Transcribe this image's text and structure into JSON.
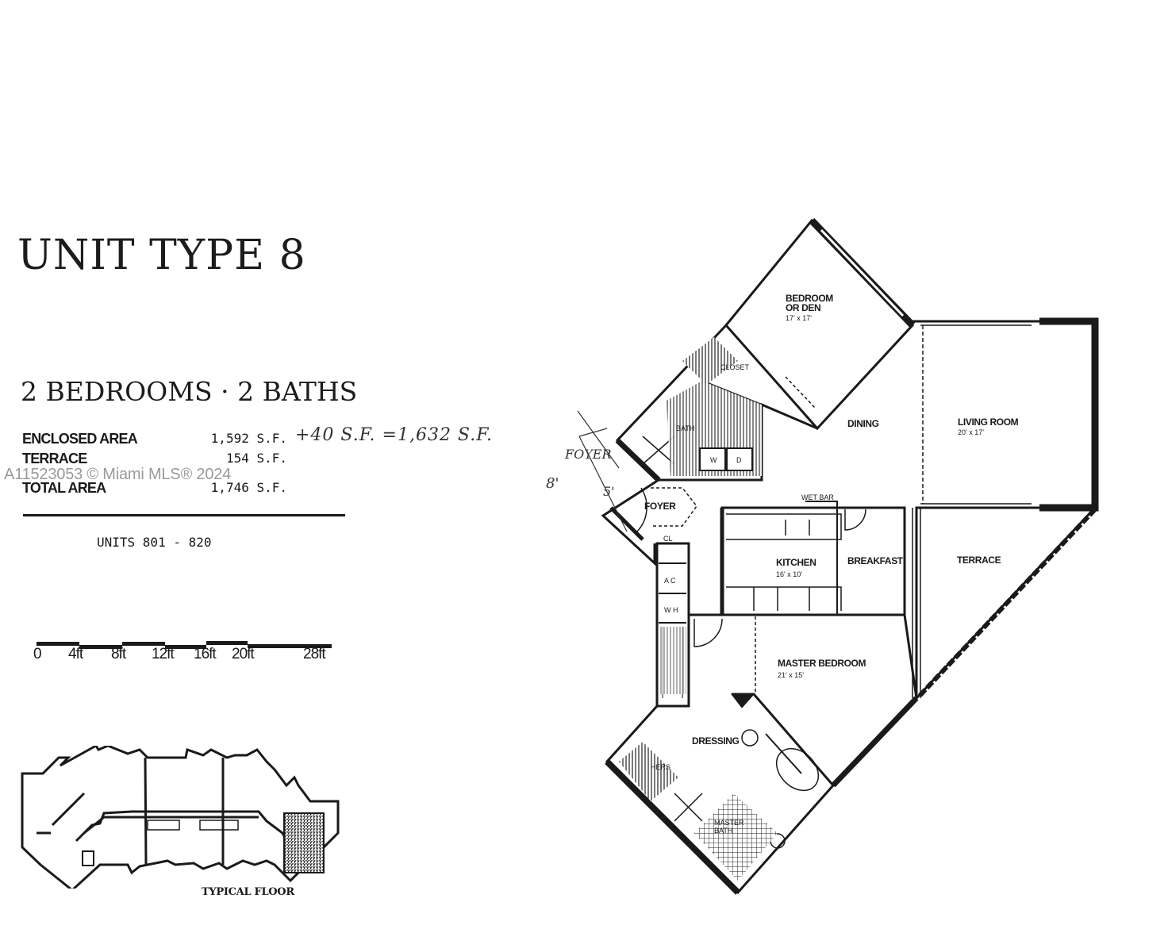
{
  "header": {
    "title": "UNIT TYPE 8",
    "subtitle": "2 BEDROOMS · 2 BATHS"
  },
  "areas": [
    {
      "label": "ENCLOSED AREA",
      "value": "1,592 S.F."
    },
    {
      "label": "TERRACE",
      "value": "154 S.F."
    },
    {
      "label": "TOTAL AREA",
      "value": "1,746 S.F."
    }
  ],
  "handwritten_note": "+40 S.F.  =1,632 S.F.",
  "watermark": "A11523053 © Miami MLS® 2024",
  "units": "UNITS 801 - 820",
  "scale": {
    "ticks": [
      "0",
      "4ft",
      "8ft",
      "12ft",
      "16ft",
      "20ft",
      "28ft"
    ]
  },
  "key_plan": {
    "caption": "TYPICAL FLOOR"
  },
  "floorplan": {
    "rooms": {
      "bedroom_den": {
        "label_1": "BEDROOM",
        "label_2": "OR DEN",
        "dims": "17' x 17'"
      },
      "closet": {
        "label": "CLOSET"
      },
      "bath": {
        "label": "BATH"
      },
      "washer": {
        "label": "W"
      },
      "dryer": {
        "label": "D"
      },
      "dining": {
        "label": "DINING"
      },
      "living": {
        "label": "LIVING ROOM",
        "dims": "20' x 17'"
      },
      "foyer": {
        "label": "FOYER"
      },
      "wet_bar": {
        "label": "WET BAR"
      },
      "kitchen": {
        "label": "KITCHEN",
        "dims": "16' x 10'"
      },
      "breakfast": {
        "label": "BREAKFAST"
      },
      "terrace": {
        "label": "TERRACE"
      },
      "closet_cl": {
        "label": "CL"
      },
      "ac": {
        "label": "A C"
      },
      "wh": {
        "label": "W H"
      },
      "master_bedroom": {
        "label": "MASTER BEDROOM",
        "dims": "21' x 15'"
      },
      "dressing": {
        "label": "DRESSING"
      },
      "his_hers": {
        "label": "HERS"
      },
      "master_bath": {
        "label_1": "MASTER",
        "label_2": "BATH"
      }
    },
    "annotations": {
      "foyer_ext": "FOYER",
      "dim_8": "8'",
      "dim_5": "5'"
    }
  }
}
